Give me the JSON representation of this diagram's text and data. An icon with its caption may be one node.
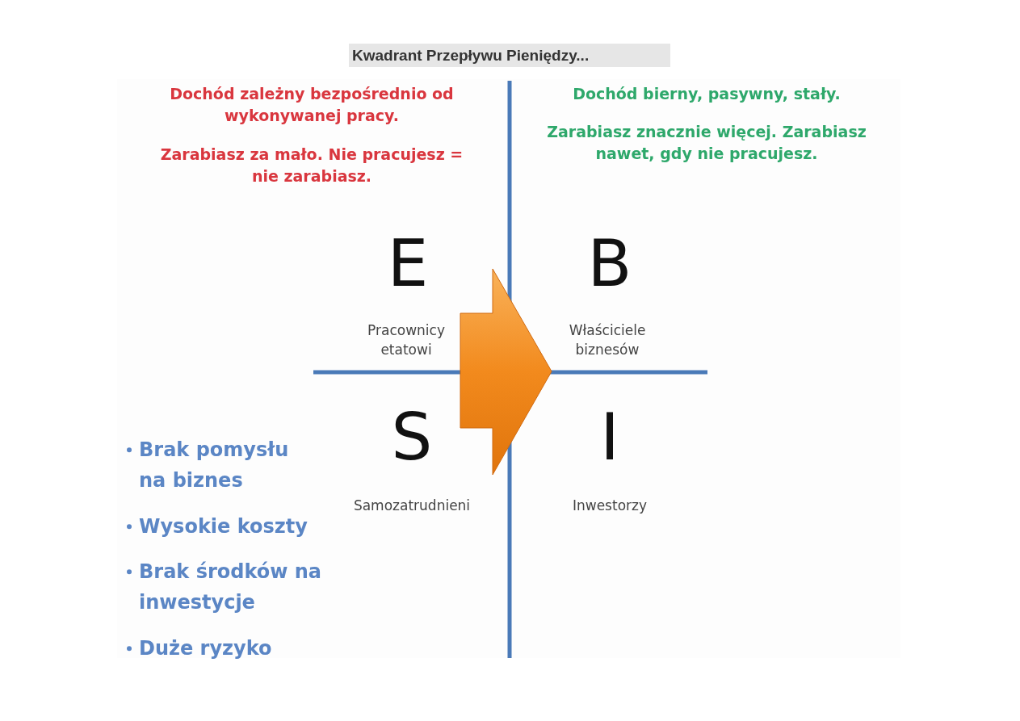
{
  "diagram": {
    "title": "Kwadrant Przepływu Pieniędzy...",
    "labels": [
      "Dochód zależny bezpośrednio od wykonywanej pracy.",
      "Zarabiasz za mało. Nie pracujesz = nie zarabiasz.",
      "Dochód bierny, pasywny, stały.",
      "Zarabiasz znacznie więcej. Zarabiasz nawet, gdy nie pracujesz.",
      "E",
      "Pracownicy etatowi",
      "B",
      "Właściciele biznesów",
      "S",
      "Samozatrudnieni",
      "I",
      "Inwestorzy",
      "Brak pomysłu na biznes",
      "Wysokie koszty",
      "Brak środków na inwestycje",
      "Duże ryzyko"
    ]
  }
}
